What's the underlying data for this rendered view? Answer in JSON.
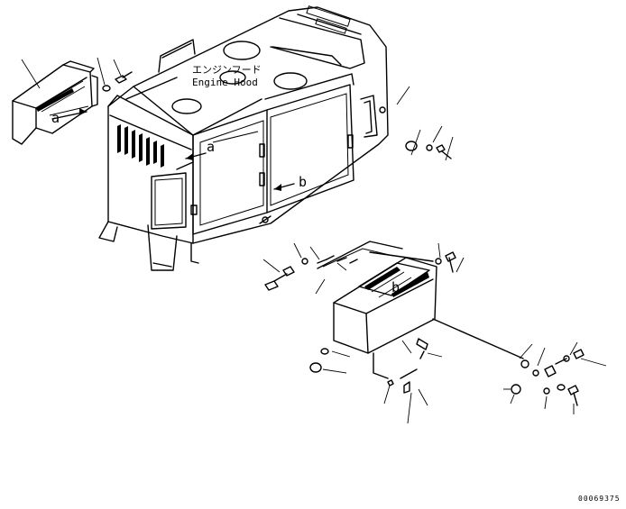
{
  "labels": {
    "title_jp": "エンジンフード",
    "title_en": "Engine Hood",
    "ref_a": "a",
    "ref_b": "b",
    "drawing_no": "00069375"
  }
}
